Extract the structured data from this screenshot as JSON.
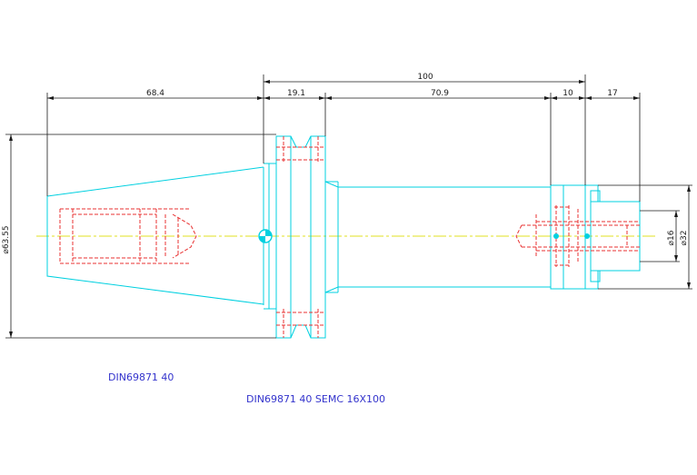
{
  "dimensions": {
    "total_length": "100",
    "taper_length": "68.4",
    "flange_length": "19.1",
    "shank_length": "70.9",
    "collar_length": "10",
    "nose_length": "17",
    "flange_diameter": "⌀63.55",
    "bore_diameter": "⌀16",
    "nose_diameter": "⌀32"
  },
  "captions": {
    "holder_standard": "DIN69871 40",
    "holder_designation": "DIN69871 40 SEMC 16X100"
  },
  "colors": {
    "outline": "#00d0e0",
    "hidden_lines": "#e83030",
    "center_line": "#e0e020",
    "dimension": "#1a1a1a",
    "caption_text": "#3333cc"
  }
}
